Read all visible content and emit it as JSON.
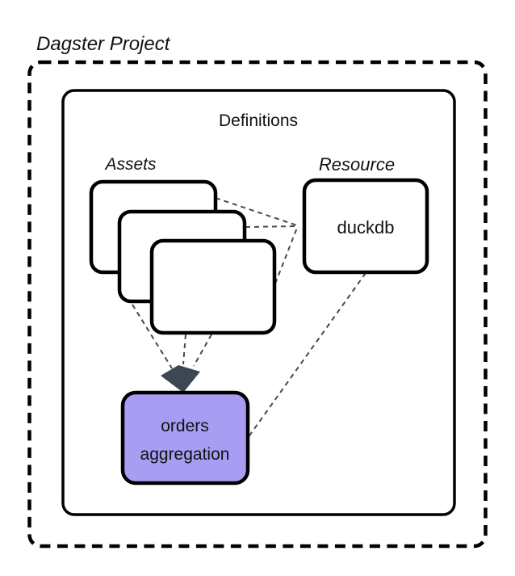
{
  "diagram": {
    "project_label": "Dagster Project",
    "definitions_label": "Definitions",
    "assets_group_label": "Assets",
    "resource_group_label": "Resource",
    "resource_node_label": "duckdb",
    "aggregation_node": {
      "line1": "orders",
      "line2": "aggregation"
    }
  },
  "colors": {
    "background": "#ffffff",
    "box_border": "#000000",
    "aggregation_fill": "#a79df2",
    "connector": "#3f4a57",
    "arrowhead": "#3d4653",
    "text": "#111111"
  }
}
